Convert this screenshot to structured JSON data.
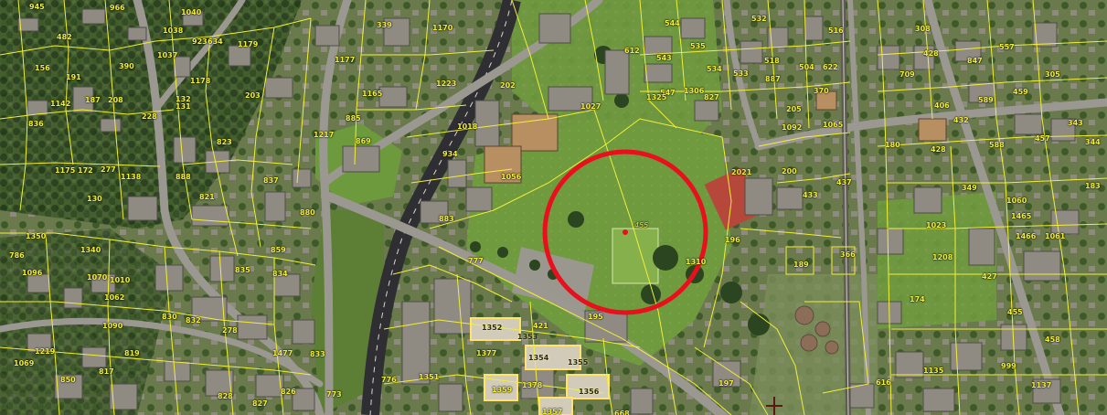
{
  "map": {
    "colors": {
      "parcel_line": "#f2ef37",
      "focus_circle": "#e8101c",
      "focus_point": "#e8101c",
      "vegetation": "#2f4a1f",
      "meadow": "#6f9a3e",
      "road": "#8c8a86",
      "highway": "#3b3b3e"
    },
    "focus": {
      "label": "455",
      "marker": "red circle"
    },
    "parcels": [
      {
        "id": "p1",
        "label": "945"
      },
      {
        "id": "p2",
        "label": "966"
      },
      {
        "id": "p3",
        "label": "1040"
      },
      {
        "id": "p4",
        "label": "482"
      },
      {
        "id": "p5",
        "label": "1038"
      },
      {
        "id": "p6",
        "label": "923"
      },
      {
        "id": "p7",
        "label": "634"
      },
      {
        "id": "p8",
        "label": "1037"
      },
      {
        "id": "p9",
        "label": "1179"
      },
      {
        "id": "p10",
        "label": "390"
      },
      {
        "id": "p11",
        "label": "156"
      },
      {
        "id": "p12",
        "label": "191"
      },
      {
        "id": "p13",
        "label": "1178"
      },
      {
        "id": "p14",
        "label": "1142"
      },
      {
        "id": "p15",
        "label": "187"
      },
      {
        "id": "p16",
        "label": "208"
      },
      {
        "id": "p17",
        "label": "203"
      },
      {
        "id": "p18",
        "label": "836"
      },
      {
        "id": "p19",
        "label": "228"
      },
      {
        "id": "p20",
        "label": "132"
      },
      {
        "id": "p21",
        "label": "131"
      },
      {
        "id": "p22",
        "label": "1175"
      },
      {
        "id": "p23",
        "label": "172"
      },
      {
        "id": "p24",
        "label": "277"
      },
      {
        "id": "p25",
        "label": "1138"
      },
      {
        "id": "p26",
        "label": "823"
      },
      {
        "id": "p27",
        "label": "888"
      },
      {
        "id": "p28",
        "label": "130"
      },
      {
        "id": "p29",
        "label": "821"
      },
      {
        "id": "p30",
        "label": "837"
      },
      {
        "id": "p31",
        "label": "880"
      },
      {
        "id": "p32",
        "label": "339"
      },
      {
        "id": "p33",
        "label": "1170"
      },
      {
        "id": "p34",
        "label": "1177"
      },
      {
        "id": "p35",
        "label": "1165"
      },
      {
        "id": "p36",
        "label": "1223"
      },
      {
        "id": "p37",
        "label": "885"
      },
      {
        "id": "p38",
        "label": "1217"
      },
      {
        "id": "p39",
        "label": "869"
      },
      {
        "id": "p40",
        "label": "202"
      },
      {
        "id": "p41",
        "label": "1018"
      },
      {
        "id": "p42",
        "label": "934"
      },
      {
        "id": "p43",
        "label": "1027"
      },
      {
        "id": "p44",
        "label": "1056"
      },
      {
        "id": "p45",
        "label": "883"
      },
      {
        "id": "p46",
        "label": "786"
      },
      {
        "id": "p47",
        "label": "1340"
      },
      {
        "id": "p48",
        "label": "1096"
      },
      {
        "id": "p49",
        "label": "1070"
      },
      {
        "id": "p50",
        "label": "1010"
      },
      {
        "id": "p51",
        "label": "1062"
      },
      {
        "id": "p52",
        "label": "835"
      },
      {
        "id": "p53",
        "label": "834"
      },
      {
        "id": "p54",
        "label": "859"
      },
      {
        "id": "p55",
        "label": "830"
      },
      {
        "id": "p56",
        "label": "832"
      },
      {
        "id": "p57",
        "label": "1090"
      },
      {
        "id": "p58",
        "label": "278"
      },
      {
        "id": "p59",
        "label": "1219"
      },
      {
        "id": "p60",
        "label": "819"
      },
      {
        "id": "p61",
        "label": "1069"
      },
      {
        "id": "p62",
        "label": "850"
      },
      {
        "id": "p63",
        "label": "817"
      },
      {
        "id": "p64",
        "label": "828"
      },
      {
        "id": "p65",
        "label": "827"
      },
      {
        "id": "p66",
        "label": "826"
      },
      {
        "id": "p67",
        "label": "833"
      },
      {
        "id": "p68",
        "label": "1477"
      },
      {
        "id": "p69",
        "label": "773"
      },
      {
        "id": "p70",
        "label": "1352"
      },
      {
        "id": "p71",
        "label": "421"
      },
      {
        "id": "p72",
        "label": "1353"
      },
      {
        "id": "p73",
        "label": "1377"
      },
      {
        "id": "p74",
        "label": "1354"
      },
      {
        "id": "p75",
        "label": "1351"
      },
      {
        "id": "p76",
        "label": "1355"
      },
      {
        "id": "p77",
        "label": "1378"
      },
      {
        "id": "p78",
        "label": "1359"
      },
      {
        "id": "p79",
        "label": "1356"
      },
      {
        "id": "p80",
        "label": "1357"
      },
      {
        "id": "p81",
        "label": "668"
      },
      {
        "id": "p82",
        "label": "777"
      },
      {
        "id": "p83",
        "label": "195"
      },
      {
        "id": "p84",
        "label": "544"
      },
      {
        "id": "p85",
        "label": "532"
      },
      {
        "id": "p86",
        "label": "535"
      },
      {
        "id": "p87",
        "label": "543"
      },
      {
        "id": "p88",
        "label": "534"
      },
      {
        "id": "p89",
        "label": "533"
      },
      {
        "id": "p90",
        "label": "518"
      },
      {
        "id": "p91",
        "label": "612"
      },
      {
        "id": "p92",
        "label": "1306"
      },
      {
        "id": "p93",
        "label": "547"
      },
      {
        "id": "p94",
        "label": "1325"
      },
      {
        "id": "p95",
        "label": "827"
      },
      {
        "id": "p96",
        "label": "887"
      },
      {
        "id": "p97",
        "label": "504"
      },
      {
        "id": "p98",
        "label": "622"
      },
      {
        "id": "p99",
        "label": "370"
      },
      {
        "id": "p100",
        "label": "205"
      },
      {
        "id": "p101",
        "label": "1092"
      },
      {
        "id": "p102",
        "label": "1065"
      },
      {
        "id": "p103",
        "label": "516"
      },
      {
        "id": "p104",
        "label": "200"
      },
      {
        "id": "p105",
        "label": "433"
      },
      {
        "id": "p106",
        "label": "437"
      },
      {
        "id": "p107",
        "label": "196"
      },
      {
        "id": "p108",
        "label": "189"
      },
      {
        "id": "p109",
        "label": "366"
      },
      {
        "id": "p110",
        "label": "197"
      },
      {
        "id": "p111",
        "label": "308"
      },
      {
        "id": "p112",
        "label": "428"
      },
      {
        "id": "p113",
        "label": "557"
      },
      {
        "id": "p114",
        "label": "847"
      },
      {
        "id": "p115",
        "label": "305"
      },
      {
        "id": "p116",
        "label": "709"
      },
      {
        "id": "p117",
        "label": "406"
      },
      {
        "id": "p118",
        "label": "589"
      },
      {
        "id": "p119",
        "label": "459"
      },
      {
        "id": "p120",
        "label": "432"
      },
      {
        "id": "p121",
        "label": "343"
      },
      {
        "id": "p122",
        "label": "180"
      },
      {
        "id": "p123",
        "label": "428"
      },
      {
        "id": "p124",
        "label": "588"
      },
      {
        "id": "p125",
        "label": "457"
      },
      {
        "id": "p126",
        "label": "344"
      },
      {
        "id": "p127",
        "label": "349"
      },
      {
        "id": "p128",
        "label": "183"
      },
      {
        "id": "p129",
        "label": "1060"
      },
      {
        "id": "p130",
        "label": "1023"
      },
      {
        "id": "p131",
        "label": "1465"
      },
      {
        "id": "p132",
        "label": "1466"
      },
      {
        "id": "p133",
        "label": "1061"
      },
      {
        "id": "p134",
        "label": "1208"
      },
      {
        "id": "p135",
        "label": "427"
      },
      {
        "id": "p136",
        "label": "174"
      },
      {
        "id": "p137",
        "label": "455"
      },
      {
        "id": "p138",
        "label": "458"
      },
      {
        "id": "p139",
        "label": "1135"
      },
      {
        "id": "p140",
        "label": "999"
      },
      {
        "id": "p141",
        "label": "1137"
      },
      {
        "id": "p142",
        "label": "616"
      },
      {
        "id": "p143",
        "label": "1350"
      },
      {
        "id": "p144",
        "label": "2021"
      },
      {
        "id": "p145",
        "label": "776"
      },
      {
        "id": "p146",
        "label": "1310"
      }
    ]
  }
}
